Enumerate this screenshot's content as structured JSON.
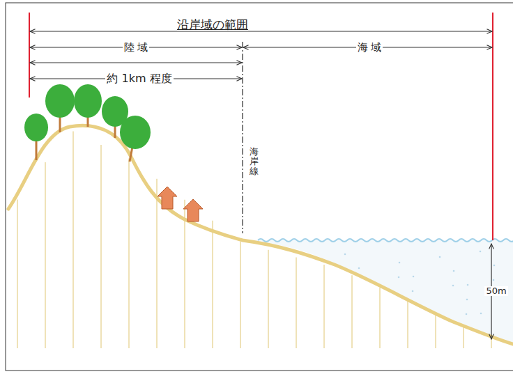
{
  "diagram": {
    "labels": [
      "沿岸域の範囲",
      "陸 域",
      "海 域",
      "約 1km 程度",
      "海岸線",
      "50m"
    ]
  }
}
